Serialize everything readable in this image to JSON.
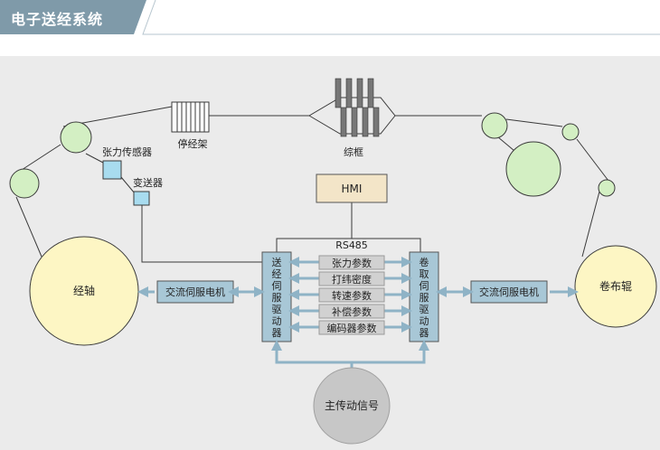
{
  "header": {
    "title": "电子送经系统"
  },
  "diagram": {
    "stop_warp": "停经架",
    "heald_frame": "综框",
    "tension_sensor": "张力传感器",
    "transmitter": "变送器",
    "hmi": "HMI",
    "rs485": "RS485",
    "warp_beam": "经轴",
    "cloth_roller": "卷布辊",
    "servo_motor_left": "交流伺服电机",
    "servo_motor_right": "交流伺服电机",
    "let_off_driver": [
      "送",
      "经",
      "伺",
      "服",
      "驱",
      "动",
      "器"
    ],
    "take_up_driver": [
      "卷",
      "取",
      "伺",
      "服",
      "驱",
      "动",
      "器"
    ],
    "params": [
      "张力参数",
      "打纬密度",
      "转速参数",
      "补偿参数",
      "编码器参数"
    ],
    "main_drive": "主传动信号"
  },
  "colors": {
    "header_bar": "#7f9aa9",
    "panel_bg": "#ebebeb",
    "beam_fill": "#fdf6c4",
    "roller_fill": "#d3efc3",
    "driver_fill": "#a8c7d6",
    "param_fill": "#d1d1d1",
    "hmi_fill": "#f3e5c8",
    "sensor_fill": "#a8dcef",
    "arrow": "#8fb3c6"
  }
}
